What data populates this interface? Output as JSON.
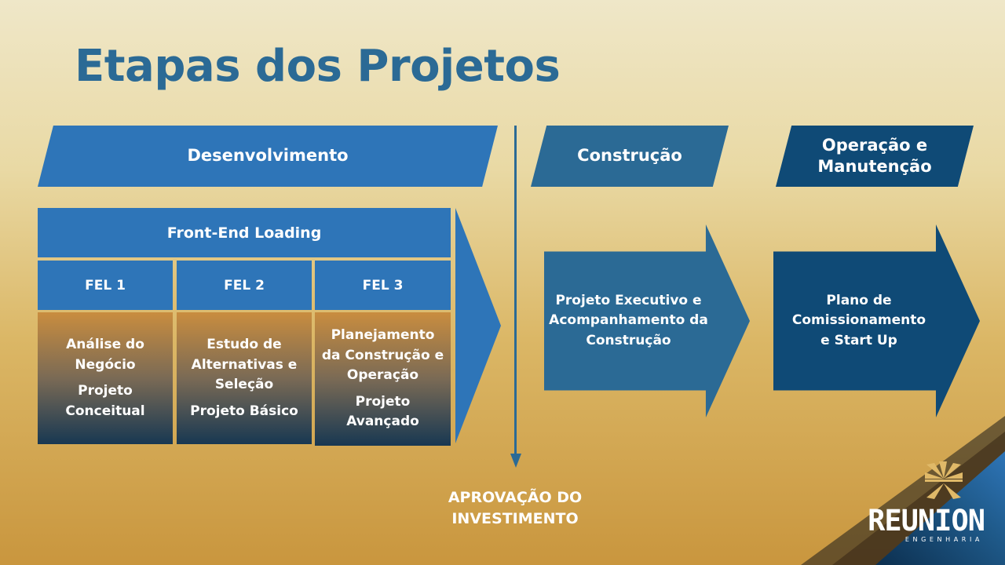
{
  "title": "Etapas dos Projetos",
  "phases": {
    "desenvolvimento": "Desenvolvimento",
    "construcao": "Construção",
    "operacao": "Operação e Manutenção"
  },
  "fel": {
    "header": "Front-End Loading",
    "stages": [
      {
        "label": "FEL 1",
        "items": [
          "Análise do Negócio",
          "Projeto Conceitual"
        ]
      },
      {
        "label": "FEL 2",
        "items": [
          "Estudo de Alternativas e Seleção",
          "Projeto Básico"
        ]
      },
      {
        "label": "FEL 3",
        "items": [
          "Planejamento da Construção e Operação",
          "Projeto Avançado"
        ]
      }
    ]
  },
  "construction_arrow": "Projeto Executivo e Acompanhamento da Construção",
  "operation_arrow": "Plano de Comissionamento e Start Up",
  "approval": "APROVAÇÃO DO INVESTIMENTO",
  "logo": {
    "name": "REUNION",
    "sub": "ENGENHARIA"
  },
  "colors": {
    "title": "#2b6a95",
    "desenvolvimento": "#2e75b8",
    "construcao": "#2b6a95",
    "operacao": "#0f4a76",
    "gold": "#c9963e"
  }
}
